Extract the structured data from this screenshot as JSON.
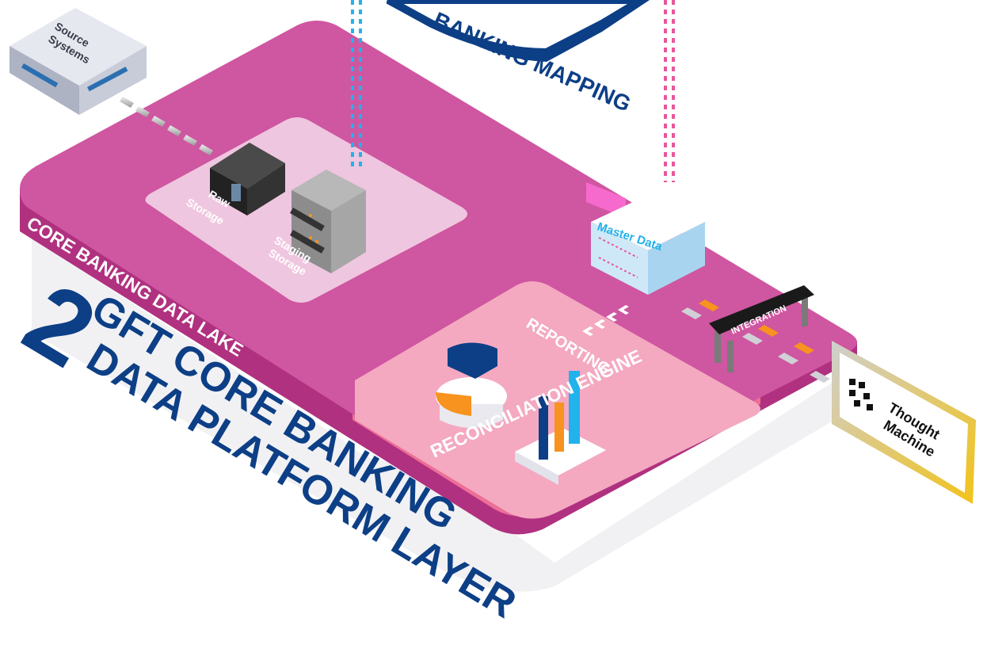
{
  "top_box": {
    "label": "BANKING MAPPING"
  },
  "source_systems": {
    "label_line1": "Source",
    "label_line2": "Systems"
  },
  "data_lake": {
    "edge_label": "CORE BANKING DATA LAKE",
    "raw_storage_line1": "Raw",
    "raw_storage_line2": "Storage",
    "staging_storage_line1": "Staging",
    "staging_storage_line2": "Storage"
  },
  "master_data": {
    "label": "Master Data"
  },
  "reconciliation": {
    "edge_label": "RECONCILIATION ENGINE",
    "reporting_label": "REPORTING"
  },
  "integration": {
    "label": "INTEGRATION"
  },
  "thought_machine": {
    "line1": "Thought",
    "line2": "Machine"
  },
  "layer_title": {
    "number": "2",
    "line1": "GFT CORE BANKING",
    "line2": "DATA PLATFORM LAYER"
  },
  "colors": {
    "platform_top": "#cf56a0",
    "platform_side": "#b0317f",
    "lake_panel": "#efc6df",
    "recon_panel": "#f4a9c1",
    "recon_side": "#ec6f98",
    "navy": "#0d3f86",
    "cyan": "#22b2ec",
    "pink_dashed": "#e8579a",
    "orange": "#f7931e",
    "gold": "#f2c318"
  }
}
